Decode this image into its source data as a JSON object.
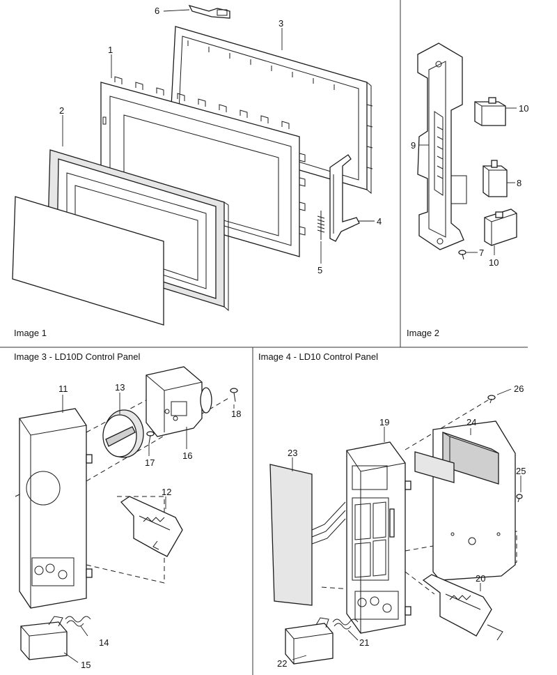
{
  "panels": [
    {
      "key": "p1",
      "title": "Image 1"
    },
    {
      "key": "p2",
      "title": "Image 2"
    },
    {
      "key": "p3",
      "title": "Image 3 - LD10D Control Panel"
    },
    {
      "key": "p4",
      "title": "Image 4  - LD10 Control Panel"
    }
  ],
  "callouts": [
    "1",
    "2",
    "3",
    "4",
    "5",
    "6",
    "7",
    "8",
    "9",
    "10",
    "10",
    "11",
    "12",
    "13",
    "14",
    "15",
    "16",
    "17",
    "18",
    "19",
    "20",
    "21",
    "22",
    "23",
    "24",
    "25",
    "26"
  ]
}
